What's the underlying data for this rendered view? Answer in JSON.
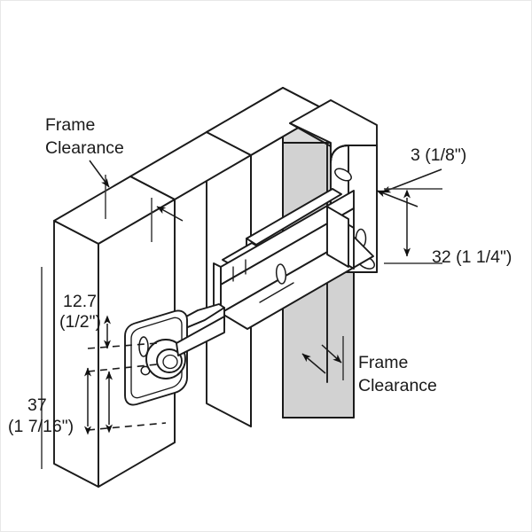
{
  "figure": {
    "title": "Frame clearance hinge mounting diagram",
    "view": "isometric exploded assembly",
    "background_color": "#ffffff",
    "line_color": "#1a1a1a",
    "panel_shade_color": "#dcdcdc",
    "border_color": "#e8e8e8"
  },
  "annotations": {
    "frame_clearance_top": {
      "line1": "Frame",
      "line2": "Clearance"
    },
    "frame_clearance_bottom": {
      "line1": "Frame",
      "line2": "Clearance"
    }
  },
  "dimensions": {
    "thickness_3mm": {
      "text": "3 (1/8\")",
      "metric": "3",
      "imperial": "1/8\""
    },
    "offset_32mm": {
      "text": "32 (1 1/4\")",
      "metric": "32",
      "imperial": "1 1/4\""
    },
    "height_12_7mm": {
      "line1": "12.7",
      "line2": "(1/2\")",
      "metric": "12.7",
      "imperial": "1/2\""
    },
    "height_37mm": {
      "line1": "37",
      "line2": "(1 7/16\")",
      "metric": "37",
      "imperial": "1 7/16\""
    }
  },
  "parts": {
    "door_frame": "door-frame-jamb",
    "door_panel": "door-panel",
    "hinge_arm": "hinge-arm-assembly",
    "mounting_plate_left": "door-mounting-plate",
    "mounting_plate_right": "frame-mounting-plate",
    "pivot_boss": "pivot-boss"
  }
}
